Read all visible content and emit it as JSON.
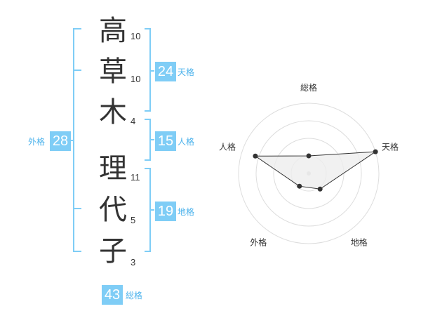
{
  "colors": {
    "accent": "#7fcdf6",
    "accent_text": "#4db3ec",
    "text": "#333333",
    "radar_line": "#333333",
    "radar_fill": "#eeeeee"
  },
  "name_chars": [
    {
      "char": "高",
      "strokes": "10"
    },
    {
      "char": "草",
      "strokes": "10"
    },
    {
      "char": "木",
      "strokes": "4"
    },
    {
      "char": "理",
      "strokes": "11"
    },
    {
      "char": "代",
      "strokes": "5"
    },
    {
      "char": "子",
      "strokes": "3"
    }
  ],
  "kaku": {
    "tenkaku": {
      "value": "24",
      "label": "天格"
    },
    "jinkaku": {
      "value": "15",
      "label": "人格"
    },
    "chikaku": {
      "value": "19",
      "label": "地格"
    },
    "gaikaku": {
      "value": "28",
      "label": "外格"
    },
    "soukaku": {
      "value": "43",
      "label": "総格"
    }
  },
  "chart_data": {
    "type": "radar",
    "axes": [
      "総格",
      "天格",
      "地格",
      "外格",
      "人格"
    ],
    "rings": 4,
    "values": [
      1,
      4,
      1.1,
      0.9,
      3.2
    ],
    "max": 4
  }
}
